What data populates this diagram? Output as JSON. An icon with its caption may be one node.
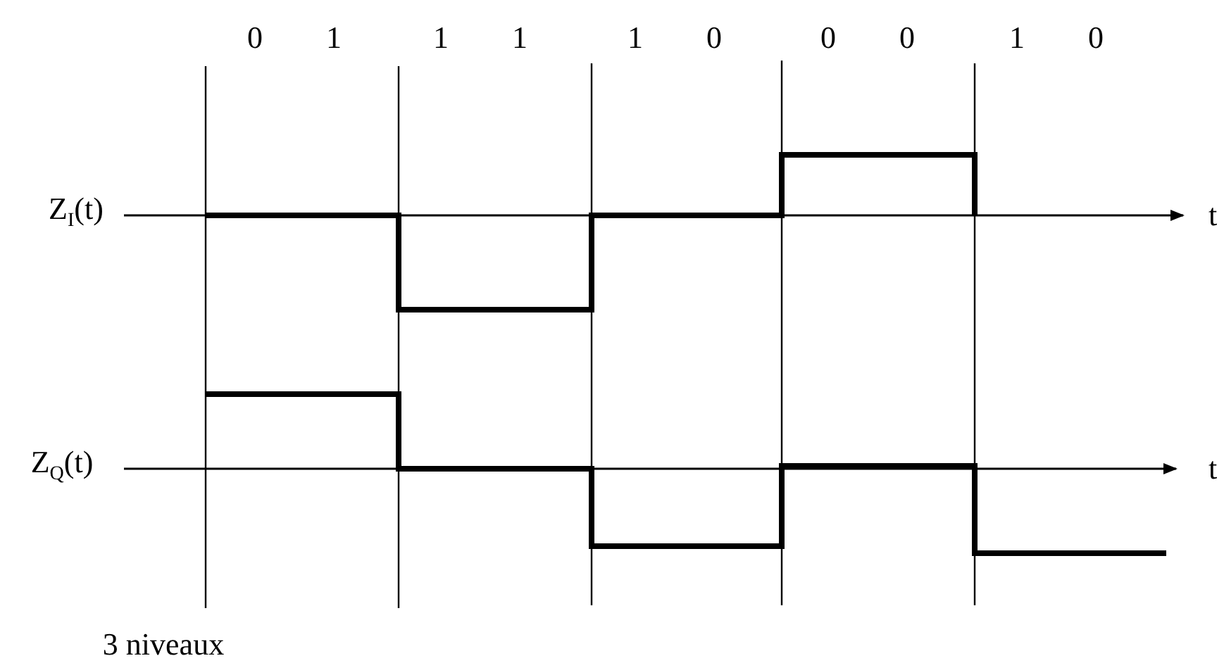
{
  "diagram": {
    "labels": [
      "0",
      "1",
      "1",
      "1",
      "1",
      "0",
      "0",
      "0",
      "1",
      "0",
      "Z$_{I}$(t)",
      "t",
      "Z$_{Q}$(t)",
      "t",
      "3 niveaux"
    ]
  }
}
